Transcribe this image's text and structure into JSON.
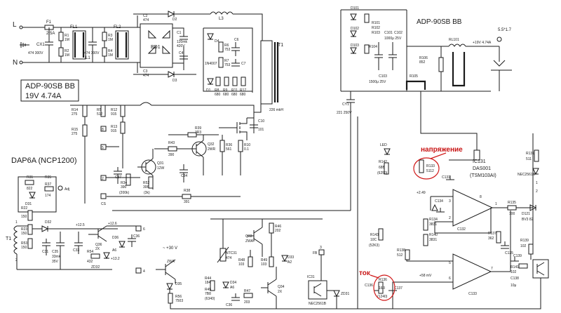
{
  "titles": {
    "left_model": "ADP-90SB BB",
    "left_rating": "19V 4.74A",
    "right_model": "ADP-90SB BB",
    "controller": "DAP6A (NCP1200)",
    "ic131_line1": "IC131",
    "ic131_line2": "DAS001",
    "ic131_line3": "(TSM103AI)"
  },
  "annotations": {
    "voltage": "напряжение",
    "current": "ток"
  },
  "input": {
    "L": "L",
    "N": "N",
    "fuse": "F1",
    "fuse_rating": "2.5A",
    "cx1": "CX1",
    "cx1_val": "474 300V",
    "cx2_val": "474 300V",
    "fl1": "FL1",
    "fl2": "FL2",
    "l1": "L1",
    "r1": "R1",
    "r1_val": "1M",
    "r2": "R2",
    "r2_val": "1M",
    "r3": "R3",
    "r3_val": "1M",
    "r4": "R4",
    "r4_val": "1M",
    "c1": "C1",
    "c1_val": "120mk",
    "c1_volt": "420V",
    "bd1": "BD1",
    "c2": "C2",
    "c2_val": "474",
    "c3": "C3",
    "c3_val": "474",
    "c4": "C4",
    "d2": "D2",
    "d3": "D3"
  },
  "snubber": {
    "l3": "L3",
    "d4": "D4",
    "d4_val": "1N4007",
    "d1": "D1",
    "r6": "R6",
    "r6_val": "753",
    "r7": "R7",
    "r7_val": "753",
    "c6": "C6",
    "c7": "C7",
    "r8": "R8",
    "r8_val": "680",
    "r9": "R9",
    "r9_val": "680",
    "r11": "R11",
    "r11_val": "680",
    "r17": "R17",
    "r17_val": "680",
    "t1": "T1",
    "t1_val": "226 mkH"
  },
  "primary": {
    "r14": "R14",
    "r14_val": "275",
    "r15": "R15",
    "r15_val": "275",
    "r5": "R5",
    "r5_val": "512",
    "r12": "R12",
    "r12_val": "915",
    "r13": "R13",
    "r13_val": "915",
    "r39": "R39",
    "r39_val": "3R3",
    "r43": "R43",
    "r43_val": "390",
    "q32": "Q32",
    "q32_val": "2WR",
    "r36": "R36",
    "r36_val": "561",
    "r10": "R10",
    "r10_val": "0.1",
    "c10": "C10",
    "c10_val": "101",
    "q31": "Q31",
    "q31_val": "12W",
    "c37": "C37",
    "r34": "R34",
    "r34_val": "390",
    "r34_code": "(200k)",
    "r52": "R52",
    "r52_val": "306",
    "r52_code": "(3k)",
    "c34": "C34",
    "r38": "R38",
    "r38_val": "391",
    "cs": "CS",
    "pin8": "8",
    "pin5": "5",
    "pin7": "7",
    "pin2": "2"
  },
  "aux": {
    "r31": "R31",
    "r31_val": "822",
    "r35": "R35",
    "r37": "R37",
    "r37_val": "174",
    "d31": "D31",
    "adj": "Adj",
    "r22": "R22",
    "r22_val": "150",
    "r23": "R23",
    "r23_val": "150",
    "r53": "R53",
    "r53_val": "150",
    "d32": "D32",
    "c31": "C31",
    "c35": "C35",
    "c35_val": "33mk",
    "c35_volt": "35V",
    "t1": "T1",
    "pin1": "1",
    "pin2": "2",
    "v125": "+12.5",
    "v126": "+12.6",
    "v132": "+13.2",
    "c33": "C33",
    "q36": "Q36",
    "q36_val": "2X",
    "r54": "R54",
    "r54_val": "432",
    "zd32": "ZD32",
    "d36": "D36",
    "d36_val": "A6",
    "c36": "C36",
    "pin6": "6",
    "pin4": "4",
    "v30": "~ +30 V",
    "zwa": "ZWA",
    "d35": "D35",
    "r56": "R56",
    "r56_val": "7503"
  },
  "ntc": {
    "ntc31": "NTC31",
    "ntc31_val": "474",
    "q33": "Q33",
    "q33_val": "ZWA",
    "r46": "R46",
    "r46_val": "202",
    "r48": "R48",
    "r48_val": "103",
    "r49": "R49",
    "r49_val": "103",
    "d33": "D33",
    "d33_val": "A2",
    "r44": "R44",
    "r44_val": "184",
    "r45": "R45",
    "r45_val": "7B8",
    "r45_code": "(6340)",
    "d34": "D34",
    "d34_val": "A6",
    "c36": "C36",
    "r47": "R47",
    "r47_val": "203",
    "q34": "Q34",
    "q34_val": "2X",
    "fb": "FB",
    "pin3": "3",
    "ic31": "IC31",
    "nec": "NEC2561B",
    "zd31": "ZD31"
  },
  "secondary": {
    "d101": "D101",
    "d102": "D102",
    "d103": "D103",
    "r101": "R101",
    "r102": "R102",
    "r103": "R103",
    "c101": "C101",
    "c102": "C102",
    "c10x_val": "1000μ 25V",
    "r104": "R104",
    "c103": "C103",
    "c103_val": "1500μ 25V",
    "r105": "R105",
    "r106": "R106",
    "r106_val": "852",
    "rl101": "RL101",
    "out": "+19V 4.74A",
    "plug": "5.5*1.7",
    "cy1": "CY1",
    "cy1_val": "221 250V"
  },
  "feedback": {
    "led": "LED",
    "r142": "R142",
    "r142_val": "68B",
    "r142_code": "(6250)",
    "r133": "R133",
    "r133_val": "5112",
    "c131": "C131",
    "v249": "+2.49",
    "c134": "C134",
    "c132": "C132",
    "r134": "R134",
    "r134_val": "3831",
    "r140": "R140",
    "r140_val": "3831",
    "r143": "R143",
    "r143_val": "10C",
    "r143_code": "(52K3)",
    "r138": "R138",
    "r138_val": "512",
    "r137": "R137",
    "r137_val": "362",
    "r135": "R135",
    "r135_val": "100",
    "d121": "D121",
    "d121_val": "BV3 82",
    "r131": "R131",
    "r131_val": "511",
    "nec": "NEC2561B",
    "pin1": "1",
    "pin2": "2",
    "pin3": "3",
    "pin5": "5",
    "pin6": "6",
    "pin7": "7",
    "pin8": "8",
    "c135": "C135",
    "r139": "R139",
    "r139_val": "102",
    "v58": "+58 mV",
    "c133": "C133",
    "c139": "C139",
    "r141": "R141",
    "r141_val": "102",
    "c138": "C138",
    "c138_val": "10μ",
    "c136": "C136",
    "c137": "C137",
    "r136": "R136",
    "r136_val": "16R",
    "r136_code": "(1240)"
  }
}
